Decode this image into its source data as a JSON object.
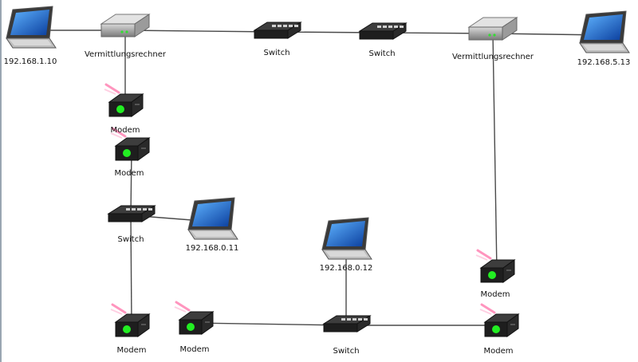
{
  "nodes": {
    "laptop_a": {
      "label": "192.168.1.10",
      "kind": "laptop"
    },
    "router_a": {
      "label": "Vermittlungsrechner",
      "kind": "router"
    },
    "switch_t1": {
      "label": "Switch",
      "kind": "switch"
    },
    "switch_t2": {
      "label": "Switch",
      "kind": "switch"
    },
    "router_b": {
      "label": "Vermittlungsrechner",
      "kind": "router"
    },
    "laptop_b": {
      "label": "192.168.5.13",
      "kind": "laptop"
    },
    "modem_1": {
      "label": "Modem",
      "kind": "modem"
    },
    "modem_2": {
      "label": "Modem",
      "kind": "modem"
    },
    "switch_l": {
      "label": "Switch",
      "kind": "switch"
    },
    "laptop_c": {
      "label": "192.168.0.11",
      "kind": "laptop"
    },
    "modem_3": {
      "label": "Modem",
      "kind": "modem"
    },
    "modem_4": {
      "label": "Modem",
      "kind": "modem"
    },
    "switch_b": {
      "label": "Switch",
      "kind": "switch"
    },
    "laptop_d": {
      "label": "192.168.0.12",
      "kind": "laptop"
    },
    "modem_5": {
      "label": "Modem",
      "kind": "modem"
    },
    "modem_6": {
      "label": "Modem",
      "kind": "modem"
    }
  },
  "links": [
    [
      "laptop_a",
      "router_a"
    ],
    [
      "router_a",
      "switch_t1"
    ],
    [
      "switch_t1",
      "switch_t2"
    ],
    [
      "switch_t2",
      "router_b"
    ],
    [
      "router_b",
      "laptop_b"
    ],
    [
      "router_a",
      "modem_1"
    ],
    [
      "modem_2",
      "switch_l"
    ],
    [
      "switch_l",
      "laptop_c"
    ],
    [
      "switch_l",
      "modem_3"
    ],
    [
      "modem_4",
      "switch_b"
    ],
    [
      "switch_b",
      "laptop_d"
    ],
    [
      "switch_b",
      "modem_6"
    ],
    [
      "router_b",
      "modem_5"
    ]
  ],
  "colors": {
    "link": "#4a4a4a",
    "modem_led": "#22ee22",
    "laptop_screen": "#1f6fd6",
    "device_body": "#1e1e1e",
    "router_body": "#8c8c8c"
  }
}
